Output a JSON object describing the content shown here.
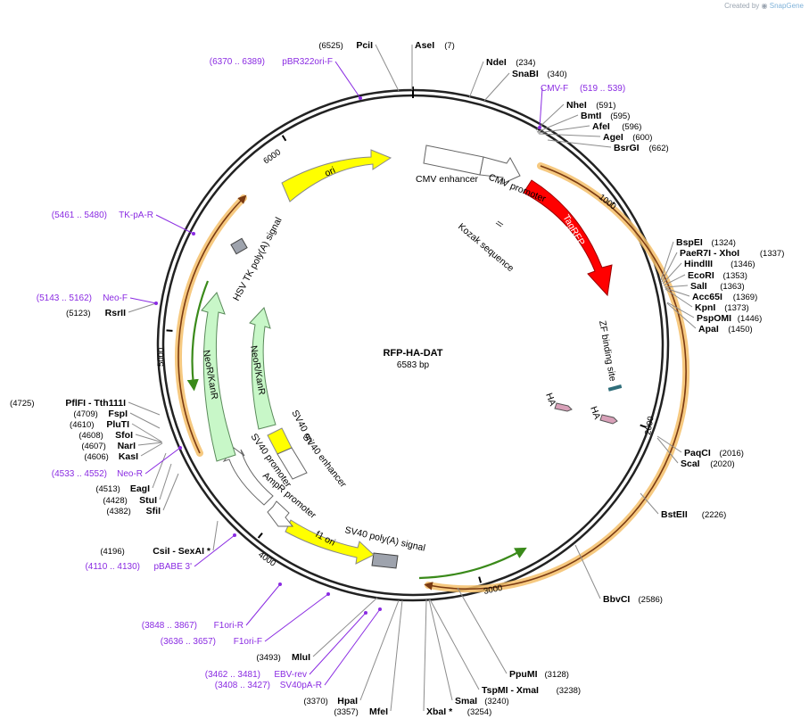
{
  "branding": {
    "created_by": "Created by",
    "brand": "SnapGene"
  },
  "plasmid": {
    "name": "RFP-HA-DAT",
    "size_label": "6583 bp",
    "length": 6583
  },
  "ruler": [
    "1000",
    "2000",
    "3000",
    "4000",
    "5000",
    "6000"
  ],
  "enzymes": [
    {
      "name": "PciI",
      "pos": "(6525)"
    },
    {
      "name": "AseI",
      "pos": "(7)"
    },
    {
      "name": "NdeI",
      "pos": "(234)"
    },
    {
      "name": "SnaBI",
      "pos": "(340)"
    },
    {
      "name": "NheI",
      "pos": "(591)"
    },
    {
      "name": "BmtI",
      "pos": "(595)"
    },
    {
      "name": "AfeI",
      "pos": "(596)"
    },
    {
      "name": "AgeI",
      "pos": "(600)"
    },
    {
      "name": "BsrGI",
      "pos": "(662)"
    },
    {
      "name": "BspEI",
      "pos": "(1324)"
    },
    {
      "name": "PaeR7I - XhoI",
      "pos": "(1337)"
    },
    {
      "name": "HindIII",
      "pos": "(1346)"
    },
    {
      "name": "EcoRI",
      "pos": "(1353)"
    },
    {
      "name": "SalI",
      "pos": "(1363)"
    },
    {
      "name": "Acc65I",
      "pos": "(1369)"
    },
    {
      "name": "KpnI",
      "pos": "(1373)"
    },
    {
      "name": "PspOMI",
      "pos": "(1446)"
    },
    {
      "name": "ApaI",
      "pos": "(1450)"
    },
    {
      "name": "PaqCI",
      "pos": "(2016)"
    },
    {
      "name": "ScaI",
      "pos": "(2020)"
    },
    {
      "name": "BstEII",
      "pos": "(2226)"
    },
    {
      "name": "BbvCI",
      "pos": "(2586)"
    },
    {
      "name": "PpuMI",
      "pos": "(3128)"
    },
    {
      "name": "TspMI - XmaI",
      "pos": "(3238)"
    },
    {
      "name": "SmaI",
      "pos": "(3240)"
    },
    {
      "name": "XbaI *",
      "pos": "(3254)"
    },
    {
      "name": "MfeI",
      "pos": "(3357)"
    },
    {
      "name": "HpaI",
      "pos": "(3370)"
    },
    {
      "name": "MluI",
      "pos": "(3493)"
    },
    {
      "name": "CsiI - SexAI *",
      "pos": "(4196)"
    },
    {
      "name": "SfiI",
      "pos": "(4382)"
    },
    {
      "name": "StuI",
      "pos": "(4428)"
    },
    {
      "name": "EagI",
      "pos": "(4513)"
    },
    {
      "name": "KasI",
      "pos": "(4606)"
    },
    {
      "name": "NarI",
      "pos": "(4607)"
    },
    {
      "name": "SfoI",
      "pos": "(4608)"
    },
    {
      "name": "PluTI",
      "pos": "(4610)"
    },
    {
      "name": "FspI",
      "pos": "(4709)"
    },
    {
      "name": "PflFI - Tth111I",
      "pos": "(4725)"
    },
    {
      "name": "RsrII",
      "pos": "(5123)"
    }
  ],
  "primers": [
    {
      "range": "(6370 .. 6389)",
      "name": "pBR322ori-F"
    },
    {
      "range": "(519 .. 539)",
      "name": "CMV-F"
    },
    {
      "range": "(5461 .. 5480)",
      "name": "TK-pA-R"
    },
    {
      "range": "(5143 .. 5162)",
      "name": "Neo-F"
    },
    {
      "range": "(4533 .. 4552)",
      "name": "Neo-R"
    },
    {
      "range": "(4110 .. 4130)",
      "name": "pBABE 3'"
    },
    {
      "range": "(3848 .. 3867)",
      "name": "F1ori-R"
    },
    {
      "range": "(3636 .. 3657)",
      "name": "F1ori-F"
    },
    {
      "range": "(3462 .. 3481)",
      "name": "EBV-rev"
    },
    {
      "range": "(3408 .. 3427)",
      "name": "SV40pA-R"
    }
  ],
  "features": {
    "cmv_enhancer": "CMV enhancer",
    "cmv_promoter": "CMV promoter",
    "kozak": "Kozak sequence",
    "tagrfp": "TagRFP",
    "zf_binding": "ZF binding site",
    "ha1": "HA",
    "ha2": "HA",
    "sv40_polya": "SV40 poly(A) signal",
    "f1_ori": "f1 ori",
    "ampr_promoter": "AmpR promoter",
    "sv40_promoter": "SV40 promoter",
    "sv40_ori": "SV40 ori",
    "sv40_enhancer": "SV40 enhancer",
    "neor_outer": "NeoR/KanR",
    "neor_inner": "NeoR/KanR",
    "hsv_tk": "HSV TK poly(A) signal",
    "ori": "ori"
  },
  "colors": {
    "backbone": "#222222",
    "tagrfp": "#ff0000",
    "ori": "#ffff00",
    "neor": "#c8f7c8",
    "primer": "#8a2be2",
    "orf": "#f5b84a",
    "orf_inner": "#7a3a12",
    "orf_green": "#3a8a1a",
    "ha": "#d8a0b8",
    "zf": "#2f6e7a",
    "polya": "#9ea3ad"
  }
}
